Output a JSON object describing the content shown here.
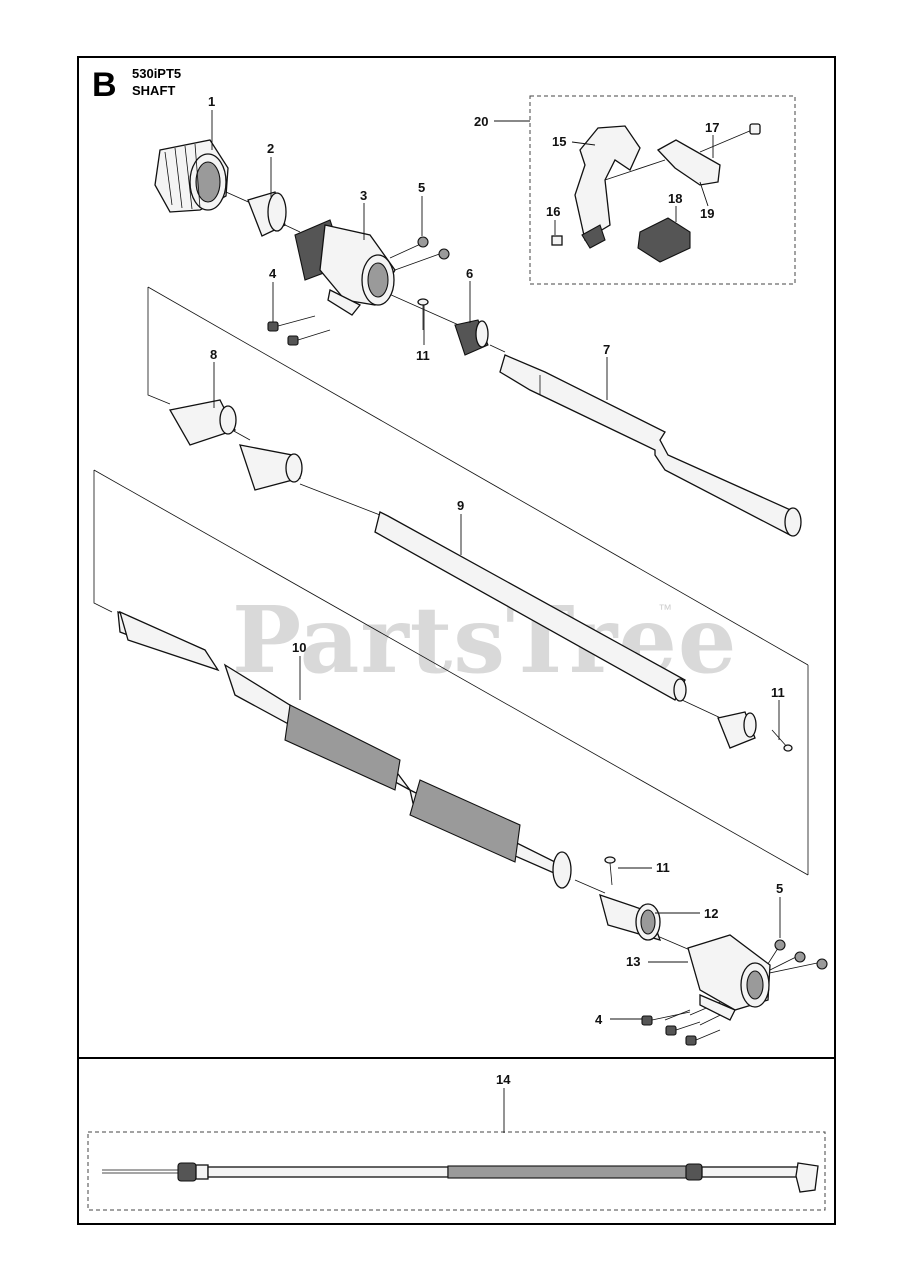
{
  "header": {
    "section_letter": "B",
    "model": "530iPT5",
    "title": "SHAFT"
  },
  "watermark": {
    "text": "PartsTree",
    "trademark": "™"
  },
  "callouts": {
    "c1": "1",
    "c2": "2",
    "c3": "3",
    "c4a": "4",
    "c5a": "5",
    "c6": "6",
    "c7": "7",
    "c8": "8",
    "c9": "9",
    "c10": "10",
    "c11a": "11",
    "c11b": "11",
    "c11c": "11",
    "c12": "12",
    "c13": "13",
    "c4b": "4",
    "c5b": "5",
    "c14": "14",
    "c15": "15",
    "c16": "16",
    "c17": "17",
    "c18": "18",
    "c19": "19",
    "c20": "20"
  },
  "colors": {
    "ink": "#111111",
    "watermark": "#d9d9d9"
  }
}
